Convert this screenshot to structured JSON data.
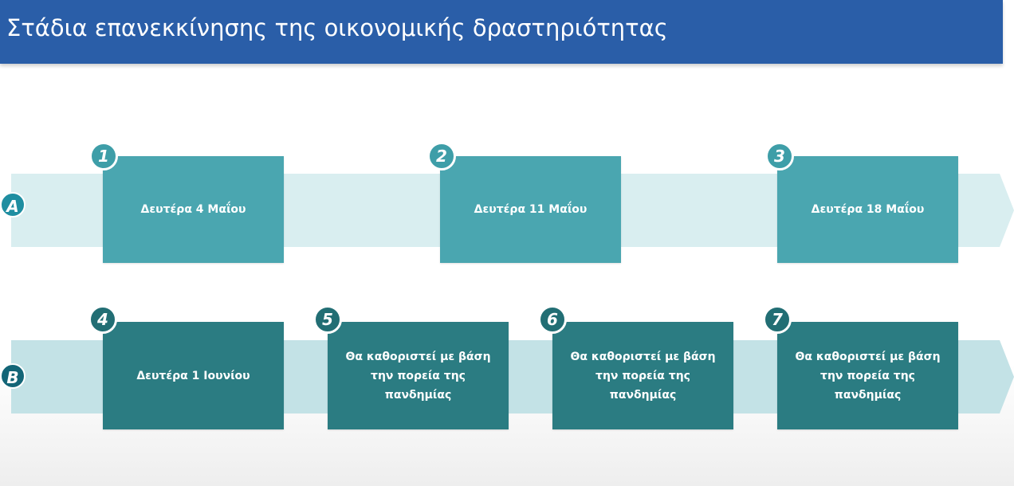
{
  "header": {
    "title": "Στάδια επανεκκίνησης της οικονομικής δραστηριότητας",
    "background": "#2a5ea8"
  },
  "lanes": [
    {
      "label": "A",
      "band_color": "#d9eef0",
      "box_color": "#4aa6b0"
    },
    {
      "label": "B",
      "band_color": "#c3e2e6",
      "box_color": "#2b7c82"
    }
  ],
  "stages": [
    {
      "number": "1",
      "text": "Δευτέρα 4 Μαΐου"
    },
    {
      "number": "2",
      "text": "Δευτέρα 11 Μαΐου"
    },
    {
      "number": "3",
      "text": "Δευτέρα 18 Μαΐου"
    },
    {
      "number": "4",
      "text": "Δευτέρα 1 Ιουνίου"
    },
    {
      "number": "5",
      "text": "Θα καθοριστεί με βάση την πορεία της πανδημίας"
    },
    {
      "number": "6",
      "text": "Θα καθοριστεί με βάση την πορεία της πανδημίας"
    },
    {
      "number": "7",
      "text": "Θα καθοριστεί με βάση την πορεία της πανδημίας"
    }
  ]
}
